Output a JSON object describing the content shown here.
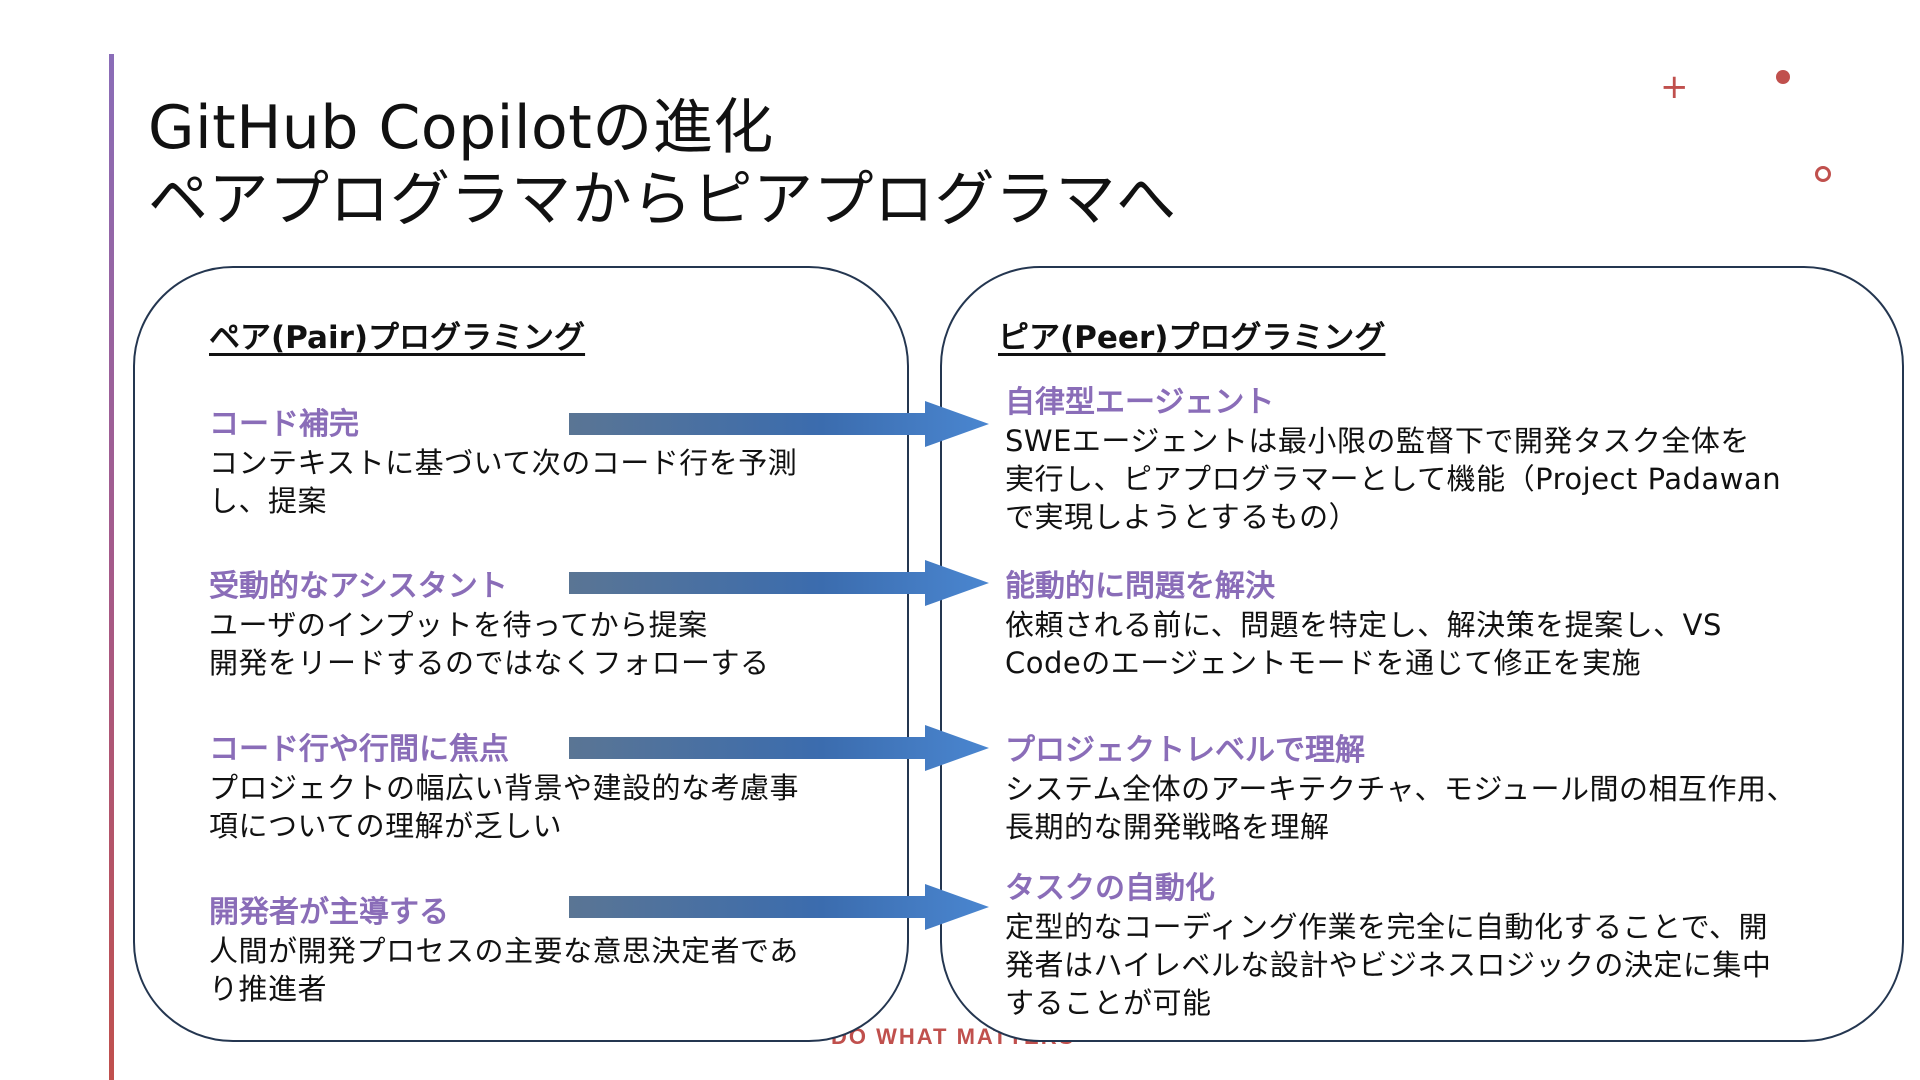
{
  "slide": {
    "title_line1": "GitHub Copilotの進化",
    "title_line2": "ペアプログラマからピアプログラマへ",
    "footer": "DO WHAT MATTERS",
    "accent_color": "#8a6db8",
    "brand_color": "#c0504d",
    "arrow_color": "#3b73c0"
  },
  "left_panel": {
    "heading": "ペア(Pair)プログラミング",
    "items": [
      {
        "title": "コード補完",
        "desc_lines": [
          "コンテキストに基づいて次のコード行を予測",
          "し、提案"
        ]
      },
      {
        "title": "受動的なアシスタント",
        "desc_lines": [
          "ユーザのインプットを待ってから提案",
          "開発をリードするのではなくフォローする"
        ]
      },
      {
        "title": "コード行や行間に焦点",
        "desc_lines": [
          "プロジェクトの幅広い背景や建設的な考慮事",
          "項についての理解が乏しい"
        ]
      },
      {
        "title": "開発者が主導する",
        "desc_lines": [
          "人間が開発プロセスの主要な意思決定者であ",
          "り推進者"
        ]
      }
    ]
  },
  "right_panel": {
    "heading": "ピア(Peer)プログラミング",
    "items": [
      {
        "title": "自律型エージェント",
        "desc_lines": [
          "SWEエージェントは最小限の監督下で開発タスク全体を",
          "実行し、ピアプログラマーとして機能（Project Padawan",
          "で実現しようとするもの）"
        ]
      },
      {
        "title": "能動的に問題を解決",
        "desc_lines": [
          "依頼される前に、問題を特定し、解決策を提案し、VS",
          "Codeのエージェントモードを通じて修正を実施"
        ]
      },
      {
        "title": "プロジェクトレベルで理解",
        "desc_lines": [
          "システム全体のアーキテクチャ、モジュール間の相互作用、",
          "長期的な開発戦略を理解"
        ]
      },
      {
        "title": "タスクの自動化",
        "desc_lines": [
          "定型的なコーディング作業を完全に自動化することで、開",
          "発者はハイレベルな設計やビジネスロジックの決定に集中",
          "することが可能"
        ]
      }
    ]
  }
}
